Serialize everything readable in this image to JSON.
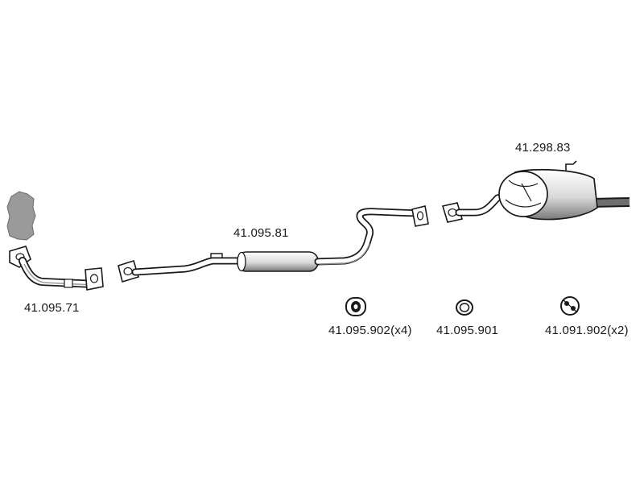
{
  "diagram": {
    "parts": {
      "front_pipe": {
        "part_number": "41.095.71"
      },
      "center_pipe": {
        "part_number": "41.095.81"
      },
      "rear_muffler": {
        "part_number": "41.298.83"
      },
      "hanger_a": {
        "part_number": "41.095.902(x4)"
      },
      "ring_b": {
        "part_number": "41.095.901"
      },
      "hanger_c": {
        "part_number": "41.091.902(x2)"
      }
    },
    "colors": {
      "line": "#1a1a1a",
      "fill": "#ffffff",
      "shade": "#8a8a8a",
      "catalyst": "#9a9a9a"
    }
  }
}
